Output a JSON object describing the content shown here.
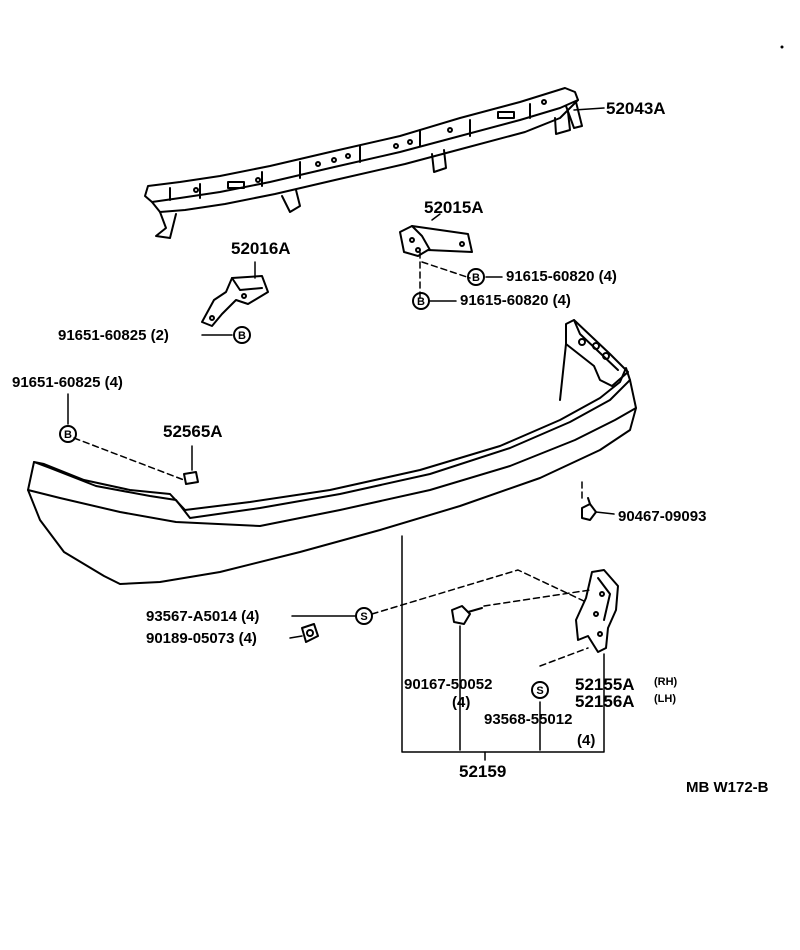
{
  "diagram": {
    "drawing_code": "MB W172-B",
    "symbols": {
      "b": "B",
      "s": "S"
    },
    "parts": {
      "reinforcement": "52043A",
      "bracket_right": "52015A",
      "bracket_left": "52016A",
      "bolt_right_upper": "91615-60820 (4)",
      "bolt_right_lower": "91615-60820 (4)",
      "bolt_left_bracket": "91651-60825 (2)",
      "bolt_cover": "91651-60825 (4)",
      "clip_nut": "52565A",
      "screw_side": "90467-09093",
      "screw_s_label": "93567-A5014 (4)",
      "nut_label": "90189-05073 (4)",
      "bolt_lower_code": "90167-50052",
      "bolt_lower_qty": "(4)",
      "retainer_rh_code": "52155A",
      "retainer_rh_side": "(RH)",
      "retainer_lh_code": "52156A",
      "retainer_lh_side": "(LH)",
      "screw_lower_code": "93568-55012",
      "screw_lower_qty": "(4)",
      "kit": "52159"
    }
  }
}
